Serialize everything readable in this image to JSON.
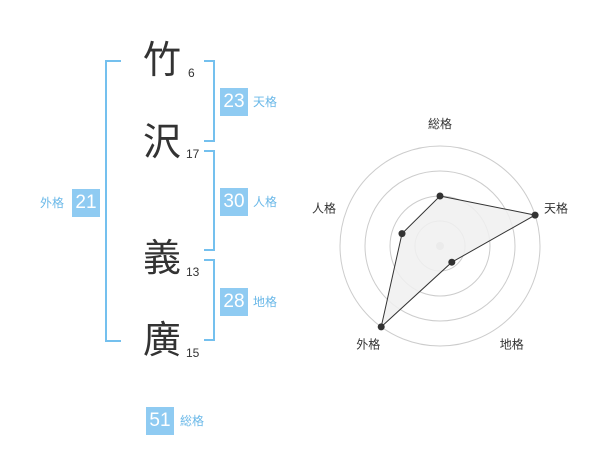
{
  "name": {
    "chars": [
      {
        "char": "竹",
        "strokes": "6"
      },
      {
        "char": "沢",
        "strokes": "17"
      },
      {
        "char": "義",
        "strokes": "13"
      },
      {
        "char": "廣",
        "strokes": "15"
      }
    ]
  },
  "kaku": {
    "tenkaku": {
      "value": "23",
      "label": "天格"
    },
    "jinkaku": {
      "value": "30",
      "label": "人格"
    },
    "chikaku": {
      "value": "28",
      "label": "地格"
    },
    "gaikaku": {
      "value": "21",
      "label": "外格"
    },
    "soukaku": {
      "value": "51",
      "label": "総格"
    }
  },
  "chart_data": {
    "type": "radar",
    "axes": [
      "総格",
      "天格",
      "地格",
      "外格",
      "人格"
    ],
    "values": [
      0.5,
      1.0,
      0.2,
      1.0,
      0.4
    ],
    "range": [
      0,
      1
    ],
    "rings": 4,
    "colors": {
      "fill": "#f0f0f0",
      "stroke": "#333333",
      "grid": "#cccccc",
      "center": "#cccccc"
    }
  }
}
